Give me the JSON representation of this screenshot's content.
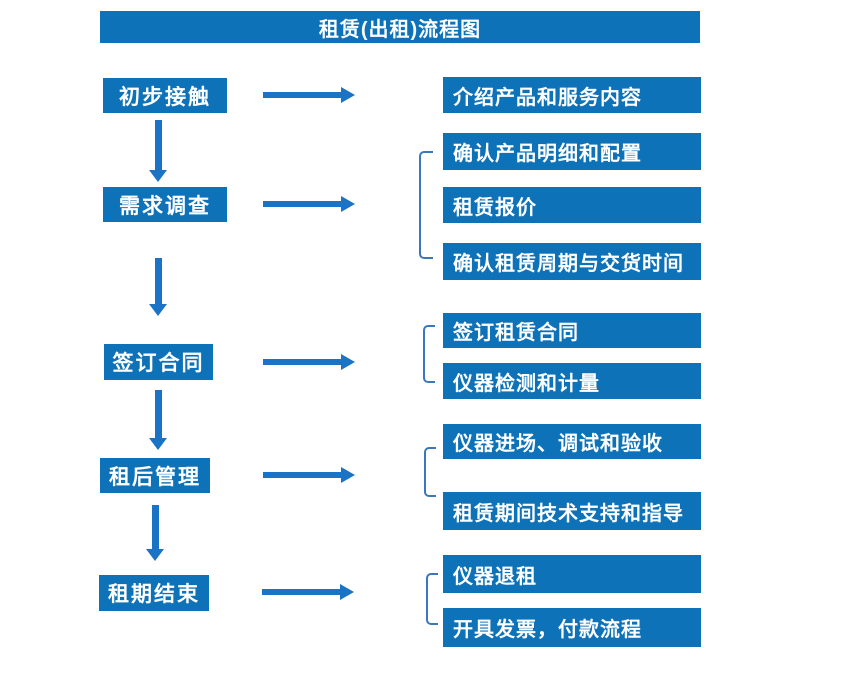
{
  "title": "租赁(出租)流程图",
  "colors": {
    "box": "#0e72b9",
    "arrow": "#1a73c4",
    "bracket": "#3a78be"
  },
  "stages": [
    {
      "label": "初步接触",
      "outputs": [
        "介绍产品和服务内容"
      ]
    },
    {
      "label": "需求调查",
      "outputs": [
        "确认产品明细和配置",
        "租赁报价",
        "确认租赁周期与交货时间"
      ]
    },
    {
      "label": "签订合同",
      "outputs": [
        "签订租赁合同",
        "仪器检测和计量"
      ]
    },
    {
      "label": "租后管理",
      "outputs": [
        "仪器进场、调试和验收",
        "租赁期间技术支持和指导"
      ]
    },
    {
      "label": "租期结束",
      "outputs": [
        "仪器退租",
        "开具发票，付款流程"
      ]
    }
  ]
}
